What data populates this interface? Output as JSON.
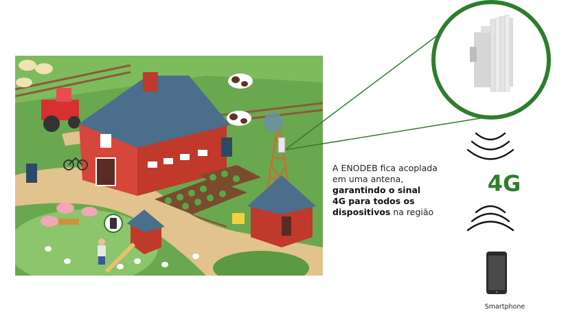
{
  "caption": {
    "line1": "A ENODEB fica acoplada",
    "line2": "em uma antena,",
    "line3_bold": "garantindo o sinal",
    "line4_bold": "4G para todos os",
    "line5_bold": "dispositivos",
    "line5_rest": " na região"
  },
  "network_label": "4G",
  "device_label": "Smartphone",
  "colors": {
    "accent_green": "#2e7d2e",
    "grass": "#6aa84f",
    "barn_red": "#c0392b",
    "roof_blue": "#4a6e8c"
  },
  "icons": [
    "enodeb-device-icon",
    "signal-waves-icon",
    "smartphone-icon",
    "farm-illustration"
  ]
}
